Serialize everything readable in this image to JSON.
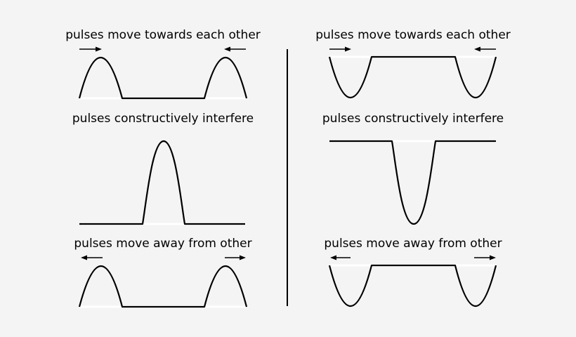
{
  "left": {
    "panels": [
      {
        "label": "pulses move towards each other"
      },
      {
        "label": "pulses constructively interfere"
      },
      {
        "label": "pulses move away from other"
      }
    ]
  },
  "right": {
    "panels": [
      {
        "label": "pulses move towards each other"
      },
      {
        "label": "pulses constructively interfere"
      },
      {
        "label": "pulses move away from other"
      }
    ]
  },
  "colors": {
    "background": "#f4f4f4",
    "stroke": "#000000",
    "baseline_highlight": "#ffffff"
  }
}
